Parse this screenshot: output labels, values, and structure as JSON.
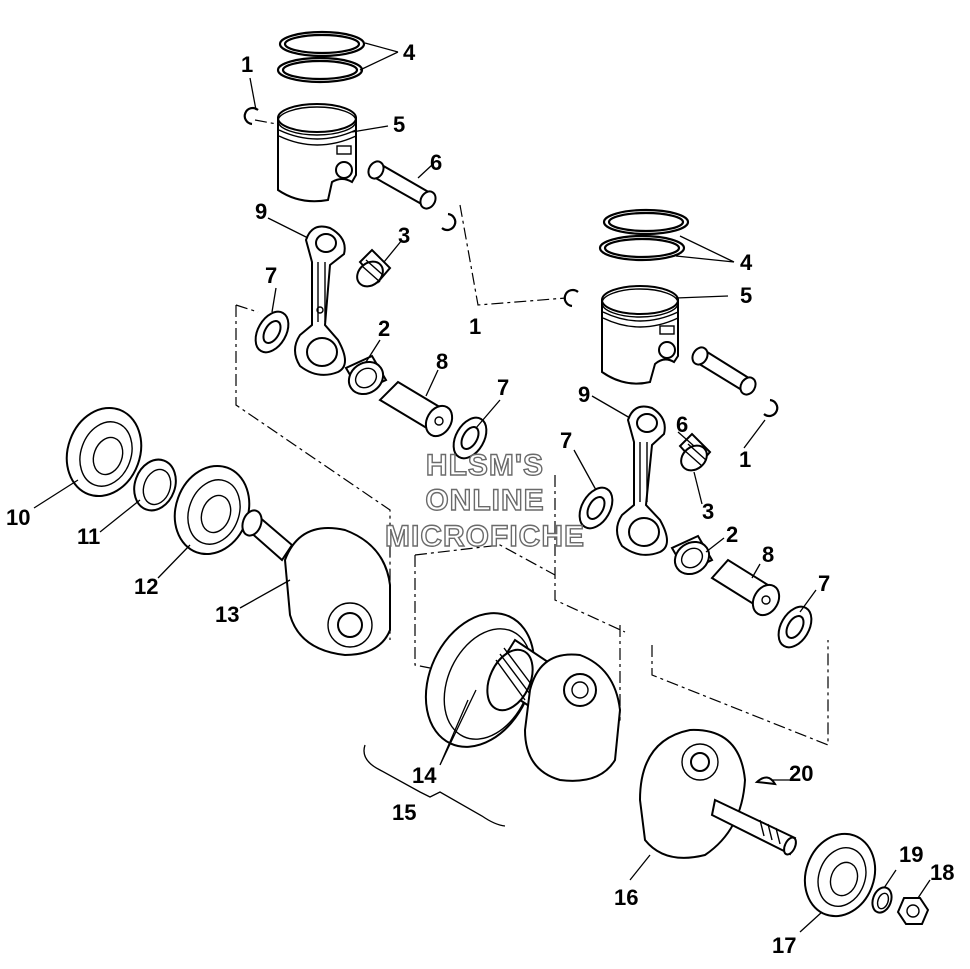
{
  "watermark": {
    "line1": "HLSM'S",
    "line2": "ONLINE",
    "line3": "MICROFICHE"
  },
  "callouts": {
    "c1a": "1",
    "c1b": "1",
    "c1c": "1",
    "c2a": "2",
    "c2b": "2",
    "c3a": "3",
    "c3b": "3",
    "c4a": "4",
    "c4b": "4",
    "c5a": "5",
    "c5b": "5",
    "c6a": "6",
    "c6b": "6",
    "c7a": "7",
    "c7b": "7",
    "c7c": "7",
    "c7d": "7",
    "c8a": "8",
    "c8b": "8",
    "c9a": "9",
    "c9b": "9",
    "c10": "10",
    "c11": "11",
    "c12": "12",
    "c13": "13",
    "c14": "14",
    "c15": "15",
    "c16": "16",
    "c17": "17",
    "c18": "18",
    "c19": "19",
    "c20": "20"
  }
}
